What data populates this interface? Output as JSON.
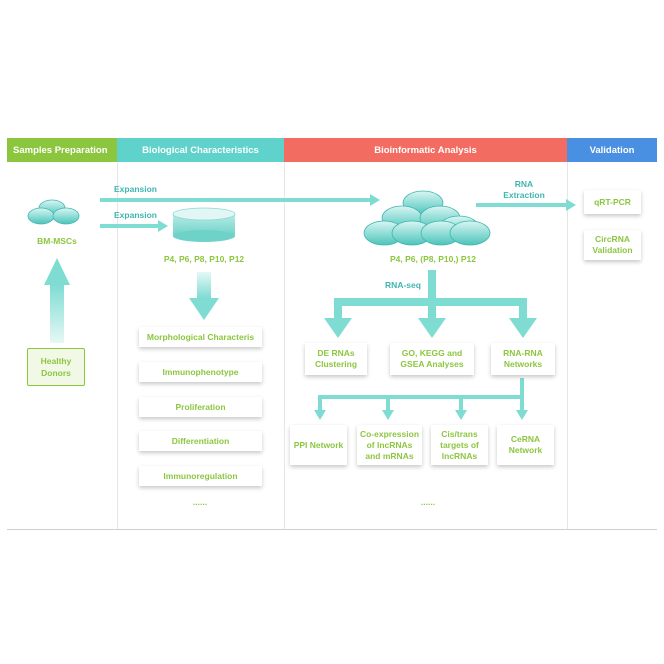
{
  "headers": {
    "samples": "Samples Preparation",
    "biological": "Biological Characteristics",
    "bioinformatic": "Bioinformatic Analysis",
    "validation": "Validation"
  },
  "colors": {
    "samples": "#8cc63f",
    "biological": "#5fd3cb",
    "bioinformatic": "#f36c61",
    "validation": "#4a90e2",
    "arrow": "#7fdcd3",
    "label_green": "#8cc63f"
  },
  "samples": {
    "cells_label": "BM-MSCs",
    "donor_box": "Healthy\nDonors"
  },
  "arrows": {
    "expansion_top": "Expansion",
    "expansion_bottom": "Expansion",
    "rna_extraction": "RNA\nExtraction",
    "rna_seq": "RNA-seq"
  },
  "biological": {
    "passages": "P4, P6, P8, P10, P12",
    "items": [
      "Morphological Characteris",
      "Immunophenotype",
      "Proliferation",
      "Differentiation",
      "Immunoregulation"
    ],
    "more": "......"
  },
  "bioinformatic": {
    "passages": "P4, P6, (P8, P10,) P12",
    "level1": [
      "DE RNAs\nClustering",
      "GO, KEGG and\nGSEA Analyses",
      "RNA-RNA\nNetworks"
    ],
    "level2": [
      "PPI Network",
      "Co-expression\nof lncRNAs\nand mRNAs",
      "Cis/trans\ntargets of\nlncRNAs",
      "CeRNA\nNetwork"
    ],
    "more": "......"
  },
  "validation": {
    "items": [
      "qRT-PCR",
      "CircRNA\nValidation"
    ]
  }
}
